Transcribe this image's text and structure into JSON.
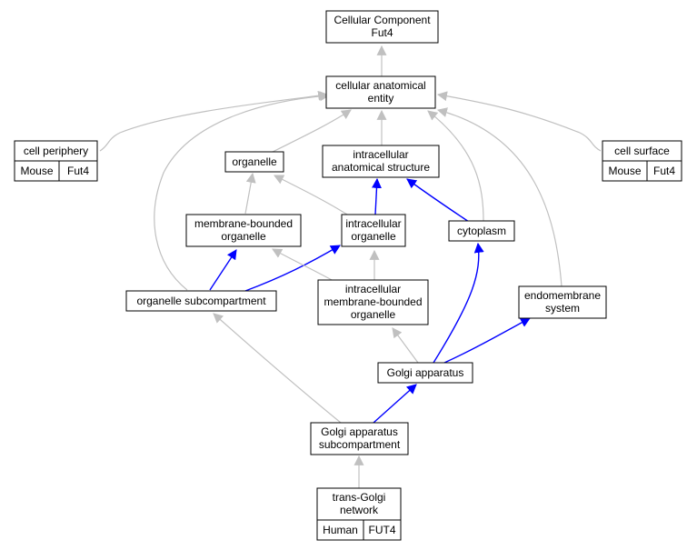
{
  "graph": {
    "nodes": {
      "root": {
        "lines": [
          "Cellular Component",
          "Fut4"
        ]
      },
      "cae": {
        "lines": [
          "cellular anatomical",
          "entity"
        ]
      },
      "periphery": {
        "lines": [
          "cell periphery"
        ],
        "cells": [
          "Mouse",
          "Fut4"
        ]
      },
      "surface": {
        "lines": [
          "cell surface"
        ],
        "cells": [
          "Mouse",
          "Fut4"
        ]
      },
      "organelle": {
        "lines": [
          "organelle"
        ]
      },
      "ias": {
        "lines": [
          "intracellular",
          "anatomical structure"
        ]
      },
      "mbo": {
        "lines": [
          "membrane-bounded",
          "organelle"
        ]
      },
      "io": {
        "lines": [
          "intracellular",
          "organelle"
        ]
      },
      "cytoplasm": {
        "lines": [
          "cytoplasm"
        ]
      },
      "osub": {
        "lines": [
          "organelle subcompartment"
        ]
      },
      "imbo": {
        "lines": [
          "intracellular",
          "membrane-bounded",
          "organelle"
        ]
      },
      "endo": {
        "lines": [
          "endomembrane",
          "system"
        ]
      },
      "golgi": {
        "lines": [
          "Golgi apparatus"
        ]
      },
      "gasub": {
        "lines": [
          "Golgi apparatus",
          "subcompartment"
        ]
      },
      "tgn": {
        "lines": [
          "trans-Golgi",
          "network"
        ],
        "cells": [
          "Human",
          "FUT4"
        ]
      }
    },
    "colors": {
      "mouse_cell": "#add8e6",
      "human_cell": "#fa6448",
      "gray_edge": "#c0c0c0",
      "blue_edge": "#0000ff"
    }
  }
}
